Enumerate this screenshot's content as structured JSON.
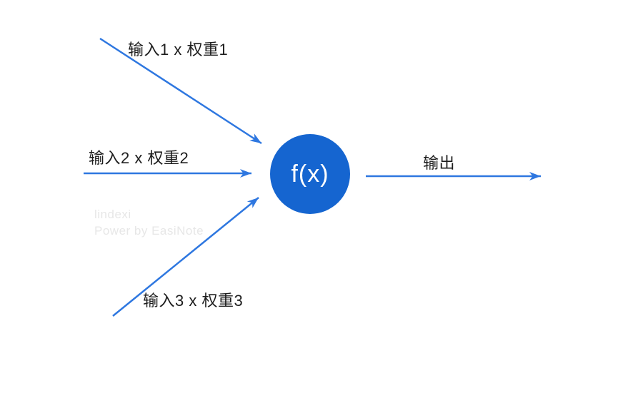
{
  "diagram": {
    "inputs": [
      {
        "label": "输入1 x 权重1"
      },
      {
        "label": "输入2 x 权重2"
      },
      {
        "label": "输入3 x 权重3"
      }
    ],
    "node": {
      "label": "f(x)"
    },
    "output": {
      "label": "输出"
    },
    "watermark": {
      "line1": "lindexi",
      "line2": "Power by EasiNote"
    },
    "colors": {
      "node_fill": "#1565D0",
      "arrow": "#2E77E0",
      "label_text": "#1D1D1D",
      "node_text": "#FFFFFF",
      "watermark_text": "#E7E7E7",
      "background": "#FFFFFF"
    }
  }
}
